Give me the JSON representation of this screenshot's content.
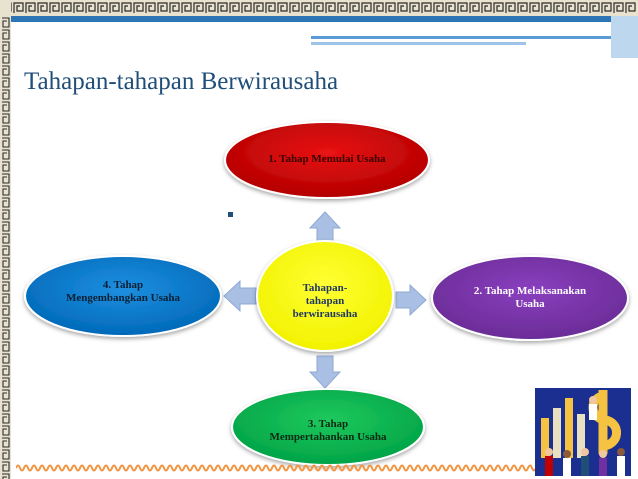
{
  "slide": {
    "title": "Tahapan-tahapan Berwirausaha",
    "bullet": "▪"
  },
  "diagram": {
    "center": {
      "label": "Tahapan-tahapan berwirausaha",
      "lines": [
        "Tahapan-",
        "tahapan",
        "berwirausaha"
      ],
      "color": "#ffff00",
      "text_color": "#1f3864"
    },
    "nodes": [
      {
        "id": "top",
        "lines": [
          "1. Tahap Memulai Usaha"
        ],
        "color": "#c00000",
        "text_color": "#3a0000"
      },
      {
        "id": "right",
        "lines": [
          "2. Tahap Melaksanakan",
          "Usaha"
        ],
        "color": "#7030a0",
        "text_color": "#ffffff"
      },
      {
        "id": "bottom",
        "lines": [
          "3. Tahap",
          "Mempertahankan Usaha"
        ],
        "color": "#00b050",
        "text_color": "#0b2a12"
      },
      {
        "id": "left",
        "lines": [
          "4. Tahap",
          "Mengembangkan Usaha"
        ],
        "color": "#0070c0",
        "text_color": "#0b1f33"
      }
    ],
    "arrow_color": "#a9bfe3"
  },
  "colors": {
    "title": "#1f4e79",
    "border_dark": "#1f1f1f",
    "border_gold": "#b08d57",
    "header_blue": "#2e75b6",
    "bottom_orange": "#f29441"
  }
}
